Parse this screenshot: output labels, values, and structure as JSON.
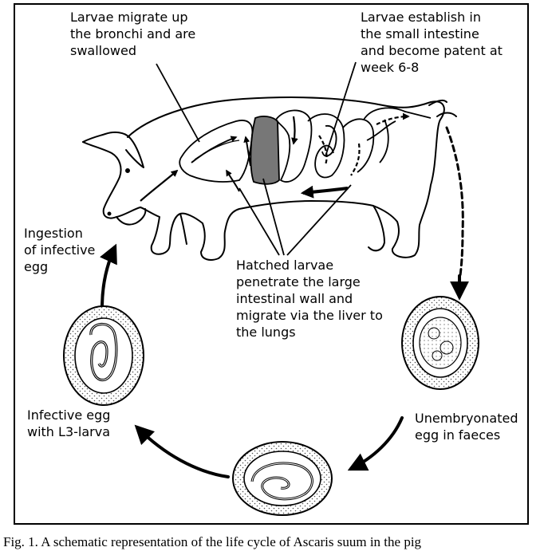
{
  "labels": {
    "bronchi": "Larvae migrate up\nthe bronchi and are\nswallowed",
    "intestine": "Larvae establish in\nthe small intestine\nand become patent at\nweek 6-8",
    "ingestion": "Ingestion\nof infective\negg",
    "hatched": "Hatched larvae\npenetrate the large\nintestinal wall and\nmigrate via the liver to\nthe lungs",
    "unembryonated": "Unembryonated\negg in faeces",
    "infective": "Infective egg\nwith L3-larva"
  },
  "caption": "Fig. 1. A schematic representation of the life cycle of Ascaris suum in the pig"
}
